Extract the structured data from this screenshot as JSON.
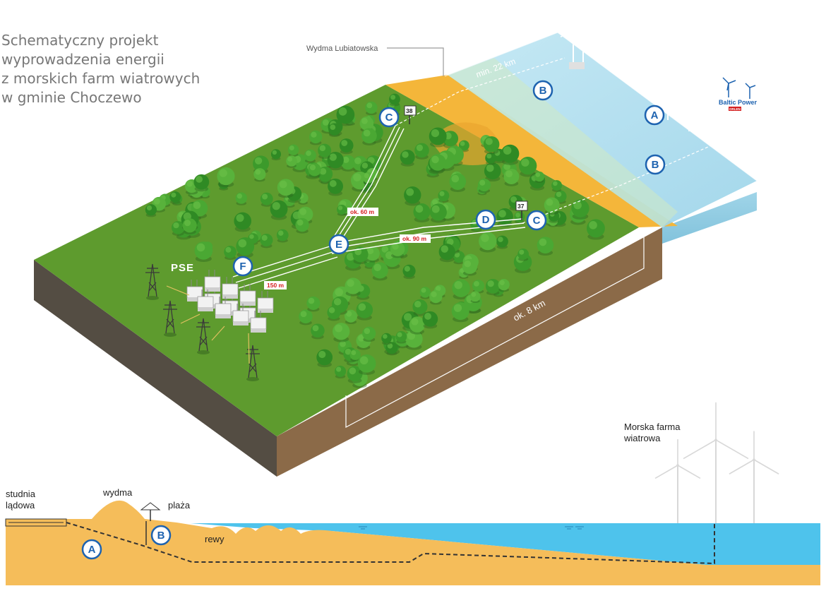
{
  "title": {
    "lines": [
      "Schematyczny projekt",
      "wyprowadzenia energii",
      "z morskich farm wiatrowych",
      "w gminie Choczewo"
    ]
  },
  "map": {
    "dune_label": "Wydma Lubiatowska",
    "distance_offshore": "min. 22 km",
    "distance_corridor": "ok. 8 km",
    "width_60": "ok. 60 m",
    "width_90": "ok. 90 m",
    "width_150": "150 m",
    "road_38": "38",
    "road_37": "37",
    "operator": "PSE",
    "company": "Baltic Power",
    "company_sub": "ORLEN GROUP"
  },
  "markers": {
    "A": "A",
    "B": "B",
    "C": "C",
    "D": "D",
    "E": "E",
    "F": "F"
  },
  "cross_section": {
    "onshore_well": [
      "studnia",
      "lądowa"
    ],
    "dune": "wydma",
    "beach": "plaża",
    "shoals": "rewy",
    "farm": [
      "Morska farma",
      "wiatrowa"
    ]
  },
  "colors": {
    "grass": "#5e9b2e",
    "forest": "#3f9a2c",
    "sand": "#f4b63a",
    "sea": "#9fd6ea",
    "soil": "#8a6a48",
    "marker_blue": "#1e63b0",
    "red_label": "#d42020"
  },
  "icons": [
    "wind-turbine-icon",
    "pylon-icon",
    "substation-icon",
    "umbrella-icon",
    "tree-icon"
  ]
}
